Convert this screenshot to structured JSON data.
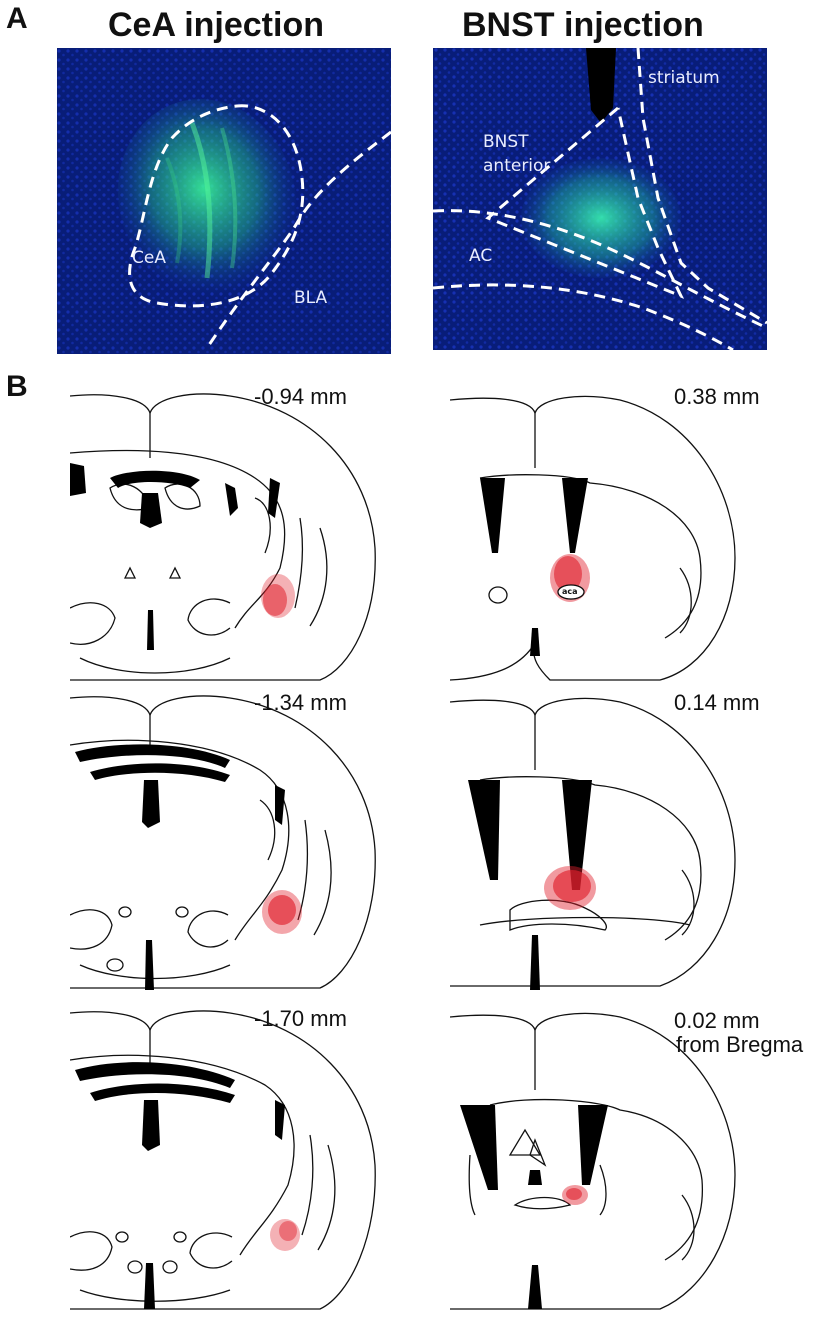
{
  "panel_a": {
    "letter": "A",
    "left_title": "CeA injection",
    "right_title": "BNST injection",
    "left_image_labels": {
      "region1": "CeA",
      "region2": "BLA"
    },
    "right_image_labels": {
      "region1": "striatum",
      "region2_line1": "BNST",
      "region2_line2": "anterior",
      "region3": "AC"
    }
  },
  "panel_b": {
    "letter": "B",
    "left_column": [
      {
        "level": "-0.94 mm"
      },
      {
        "level": "-1.34 mm"
      },
      {
        "level": "-1.70 mm"
      }
    ],
    "right_column": [
      {
        "level": "0.38 mm",
        "structure_label": "aca"
      },
      {
        "level": "0.14 mm"
      },
      {
        "level": "0.02 mm",
        "suffix": "from Bregma"
      }
    ]
  },
  "colors": {
    "stain_background": "#071a6e",
    "gfp": "#3cff9a",
    "injection_site": "#e0202c",
    "outline": "#111111"
  }
}
